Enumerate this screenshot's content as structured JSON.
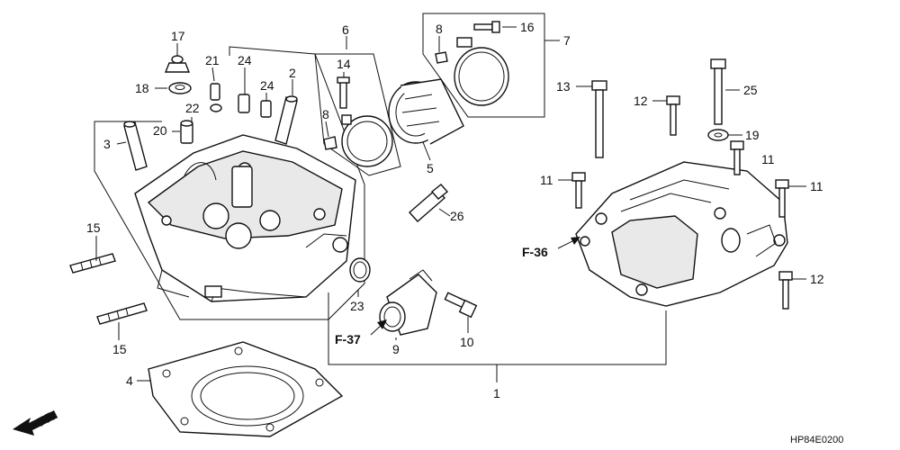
{
  "callouts": {
    "c1": "1",
    "c2": "2",
    "c3": "3",
    "c4": "4",
    "c5": "5",
    "c6": "6",
    "c7": "7",
    "c8a": "8",
    "c8b": "8",
    "c9": "9",
    "c10": "10",
    "c11a": "11",
    "c11b": "11",
    "c11c": "11",
    "c12a": "12",
    "c12b": "12",
    "c13": "13",
    "c14": "14",
    "c15a": "15",
    "c15b": "15",
    "c16": "16",
    "c17": "17",
    "c18": "18",
    "c19": "19",
    "c20": "20",
    "c21": "21",
    "c22": "22",
    "c23": "23",
    "c24a": "24",
    "c24b": "24",
    "c25": "25",
    "c26": "26"
  },
  "references": {
    "f36": "F-36",
    "f37": "F-37"
  },
  "front_label": "FR.",
  "diagram_code": "HP84E0200"
}
